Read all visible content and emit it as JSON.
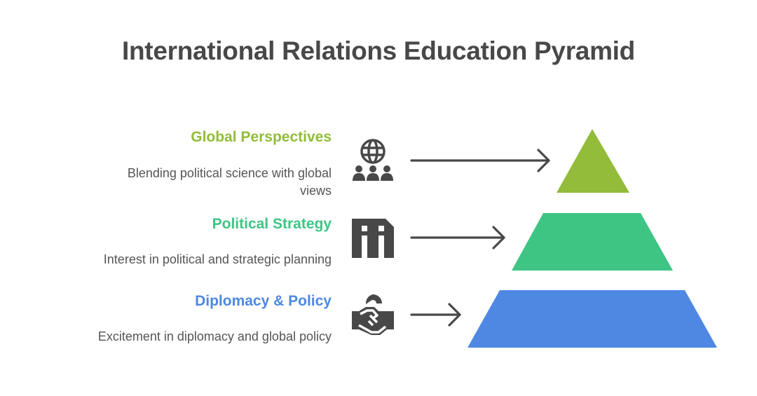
{
  "title": "International Relations Education Pyramid",
  "levels": [
    {
      "heading": "Global Perspectives",
      "description_line1": "Blending political science with global",
      "description_line2": "views",
      "icon": "globe-people-icon",
      "color": "#92BC3A",
      "shape": "triangle"
    },
    {
      "heading": "Political Strategy",
      "description_line1": "Interest in political and strategic planning",
      "icon": "building-columns-icon",
      "color": "#3EC584",
      "shape": "trapezoid"
    },
    {
      "heading": "Diplomacy & Policy",
      "description_line1": "Excitement in diplomacy and global policy",
      "icon": "handshake-icon",
      "color": "#4E88E3",
      "shape": "trapezoid"
    }
  ],
  "colors": {
    "title": "#484848",
    "text": "#555555",
    "icon": "#484848",
    "arrow": "#484848"
  }
}
